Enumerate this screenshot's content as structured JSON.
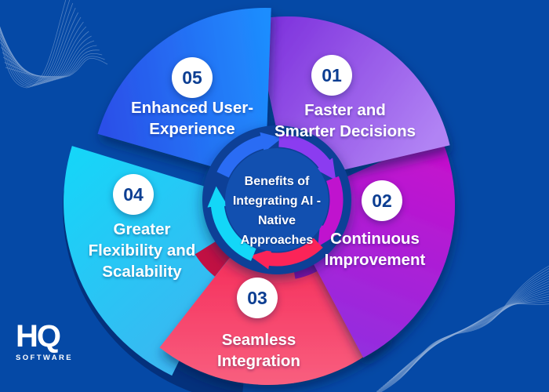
{
  "colors": {
    "background": "#0549a6",
    "wheel_shadow": "#04317c",
    "hub_ring": "#0b3f97",
    "hub_inner": "#1250b0",
    "badge_background": "#ffffff",
    "badge_text": "#0c3e92",
    "label_text": "#ffffff",
    "wave_lines": "#ffffff"
  },
  "hub": {
    "title_lines": [
      "Benefits of",
      "Integrating AI -",
      "Native",
      "Approaches"
    ]
  },
  "segments": [
    {
      "number": "01",
      "label_lines": [
        "Faster and",
        "Smarter Decisions"
      ],
      "color_start": "#7a2bdb",
      "color_end": "#b183f4",
      "arrow_color": "#8b3cf0"
    },
    {
      "number": "02",
      "label_lines": [
        "Continuous",
        "Improvement"
      ],
      "color_start": "#c410cd",
      "color_end": "#9030e0",
      "arrow_color": "#c013ce",
      "fold_color": "#8a0caa"
    },
    {
      "number": "03",
      "label_lines": [
        "Seamless",
        "Integration"
      ],
      "color_start": "#f51d4f",
      "color_end": "#f85f7f",
      "arrow_color": "#fb2458",
      "fold_color": "#c11043"
    },
    {
      "number": "04",
      "label_lines": [
        "Greater",
        "Flexibility and",
        "Scalability"
      ],
      "color_start": "#14d7f9",
      "color_end": "#3fb3f0",
      "arrow_color": "#13d7f8"
    },
    {
      "number": "05",
      "label_lines": [
        "Enhanced User-",
        "Experience"
      ],
      "color_start": "#2b4fe8",
      "color_end": "#1e8dfe",
      "arrow_color": "#2a6cf4"
    }
  ],
  "logo": {
    "monogram": "HQ",
    "subtext": "SOFTWARE"
  }
}
